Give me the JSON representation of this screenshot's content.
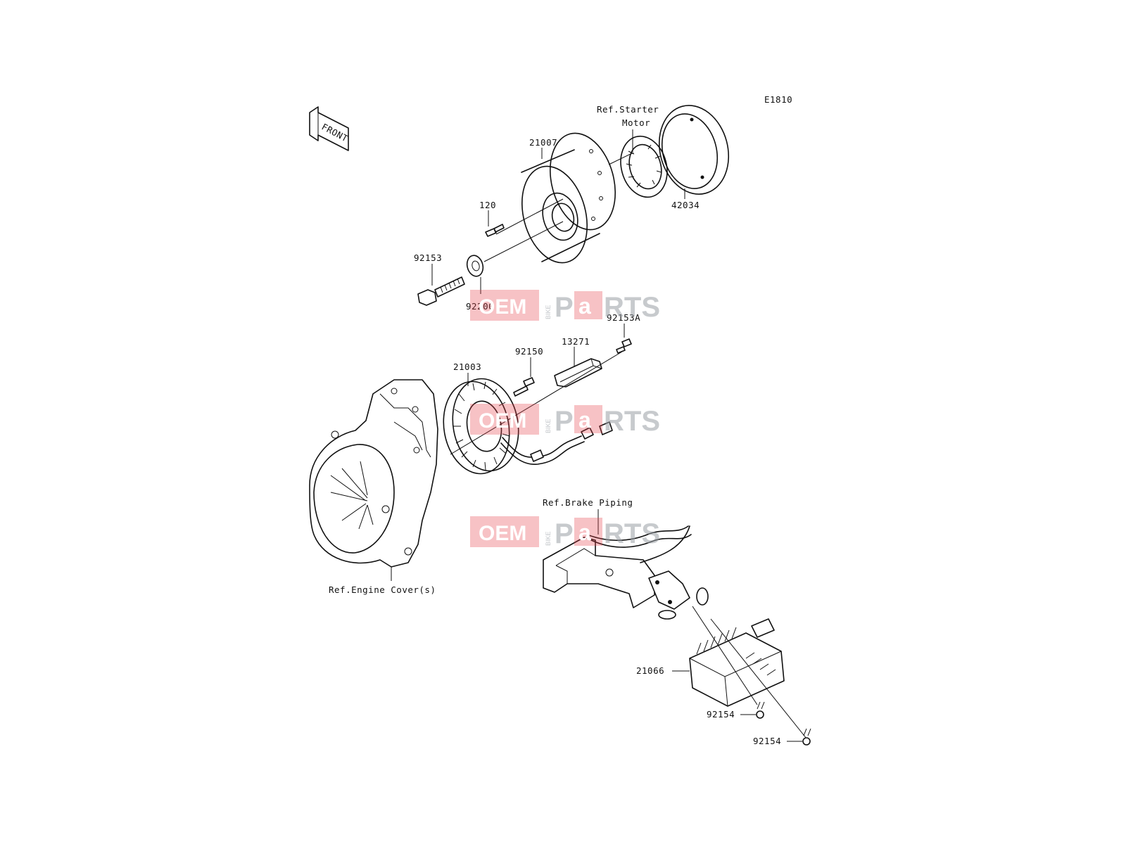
{
  "diagram": {
    "code": "E1810",
    "front_label": "FRONT",
    "parts": {
      "p21007": "21007",
      "p42034": "42034",
      "p120": "120",
      "p92153": "92153",
      "p92200": "92200",
      "p92153A": "92153A",
      "p13271": "13271",
      "p92150": "92150",
      "p21003": "21003",
      "p21066": "21066",
      "p92154a": "92154",
      "p92154b": "92154"
    },
    "refs": {
      "starter_line1": "Ref.Starter",
      "starter_line2": "Motor",
      "brake": "Ref.Brake Piping",
      "engine_cover": "Ref.Engine Cover(s)"
    }
  },
  "watermark": {
    "left": "OEM",
    "middle": "BIKE",
    "p": "P",
    "a": "a",
    "rts": "RTS"
  }
}
